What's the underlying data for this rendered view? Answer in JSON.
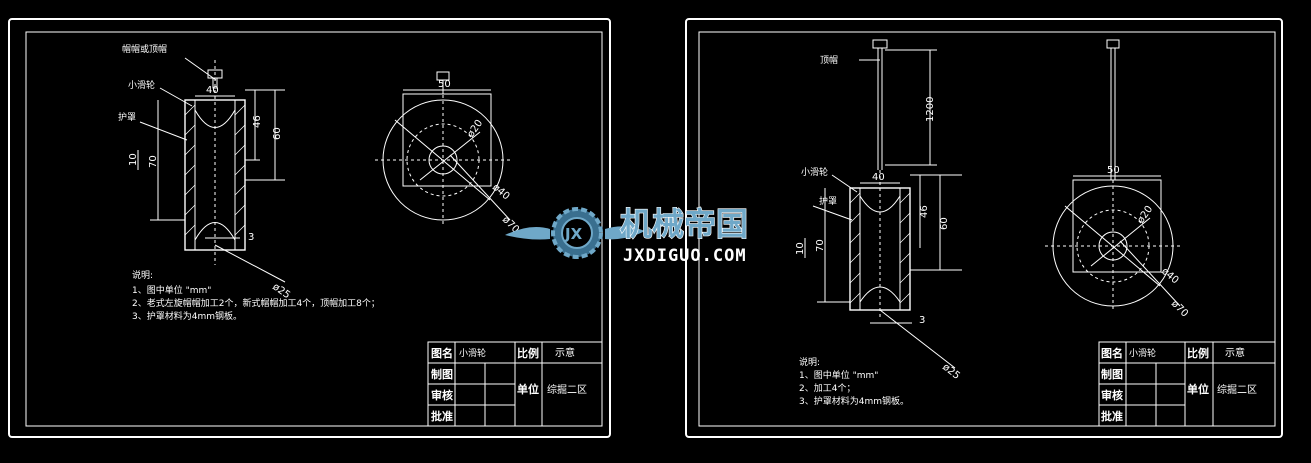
{
  "left_sheet": {
    "labels": {
      "top_cap": "帽帽或顶帽",
      "pulley": "小滑轮",
      "guard": "护罩"
    },
    "dims": {
      "width_40": "40",
      "h_46": "46",
      "h_60": "60",
      "h_10": "10",
      "h_70": "70",
      "gap_3": "3",
      "phi25": "ø25",
      "w_50": "50",
      "phi20": "ø20",
      "phi40": "ø40",
      "phi70": "ø70"
    },
    "notes": {
      "title": "说明:",
      "line1": "1、图中单位 \"mm\"",
      "line2": "2、老式左旋帽帽加工2个，新式帽帽加工4个，顶帽加工8个；",
      "line3": "3、护罩材料为4mm钢板。"
    },
    "title_block": {
      "name_label": "图名",
      "name_value": "小滑轮",
      "scale_label": "比例",
      "scale_value": "示意",
      "draw_label": "制图",
      "unit_label": "单位",
      "unit_value": "综掘二区",
      "check_label": "审核",
      "approve_label": "批准"
    }
  },
  "right_sheet": {
    "labels": {
      "top_cap": "顶帽",
      "pulley": "小滑轮",
      "guard": "护罩"
    },
    "dims": {
      "h_1200": "1200",
      "width_40": "40",
      "h_46": "46",
      "h_60": "60",
      "h_10": "10",
      "h_70": "70",
      "gap_3": "3",
      "phi25": "ø25",
      "w_50": "50",
      "phi20": "ø20",
      "phi40": "ø40",
      "phi70": "ø70"
    },
    "notes": {
      "title": "说明:",
      "line1": "1、图中单位 \"mm\"",
      "line2": "2、加工4个；",
      "line3": "3、护罩材料为4mm钢板。"
    },
    "title_block": {
      "name_label": "图名",
      "name_value": "小滑轮",
      "scale_label": "比例",
      "scale_value": "示意",
      "draw_label": "制图",
      "unit_label": "单位",
      "unit_value": "综掘二区",
      "check_label": "审核",
      "approve_label": "批准"
    }
  },
  "watermark": {
    "brand_cn": "机械帝国",
    "brand_en": "JXDIGUO.COM",
    "logo_letters": "JX",
    "color_main": "#6fa8c8",
    "color_dark": "#3a6f8f"
  }
}
